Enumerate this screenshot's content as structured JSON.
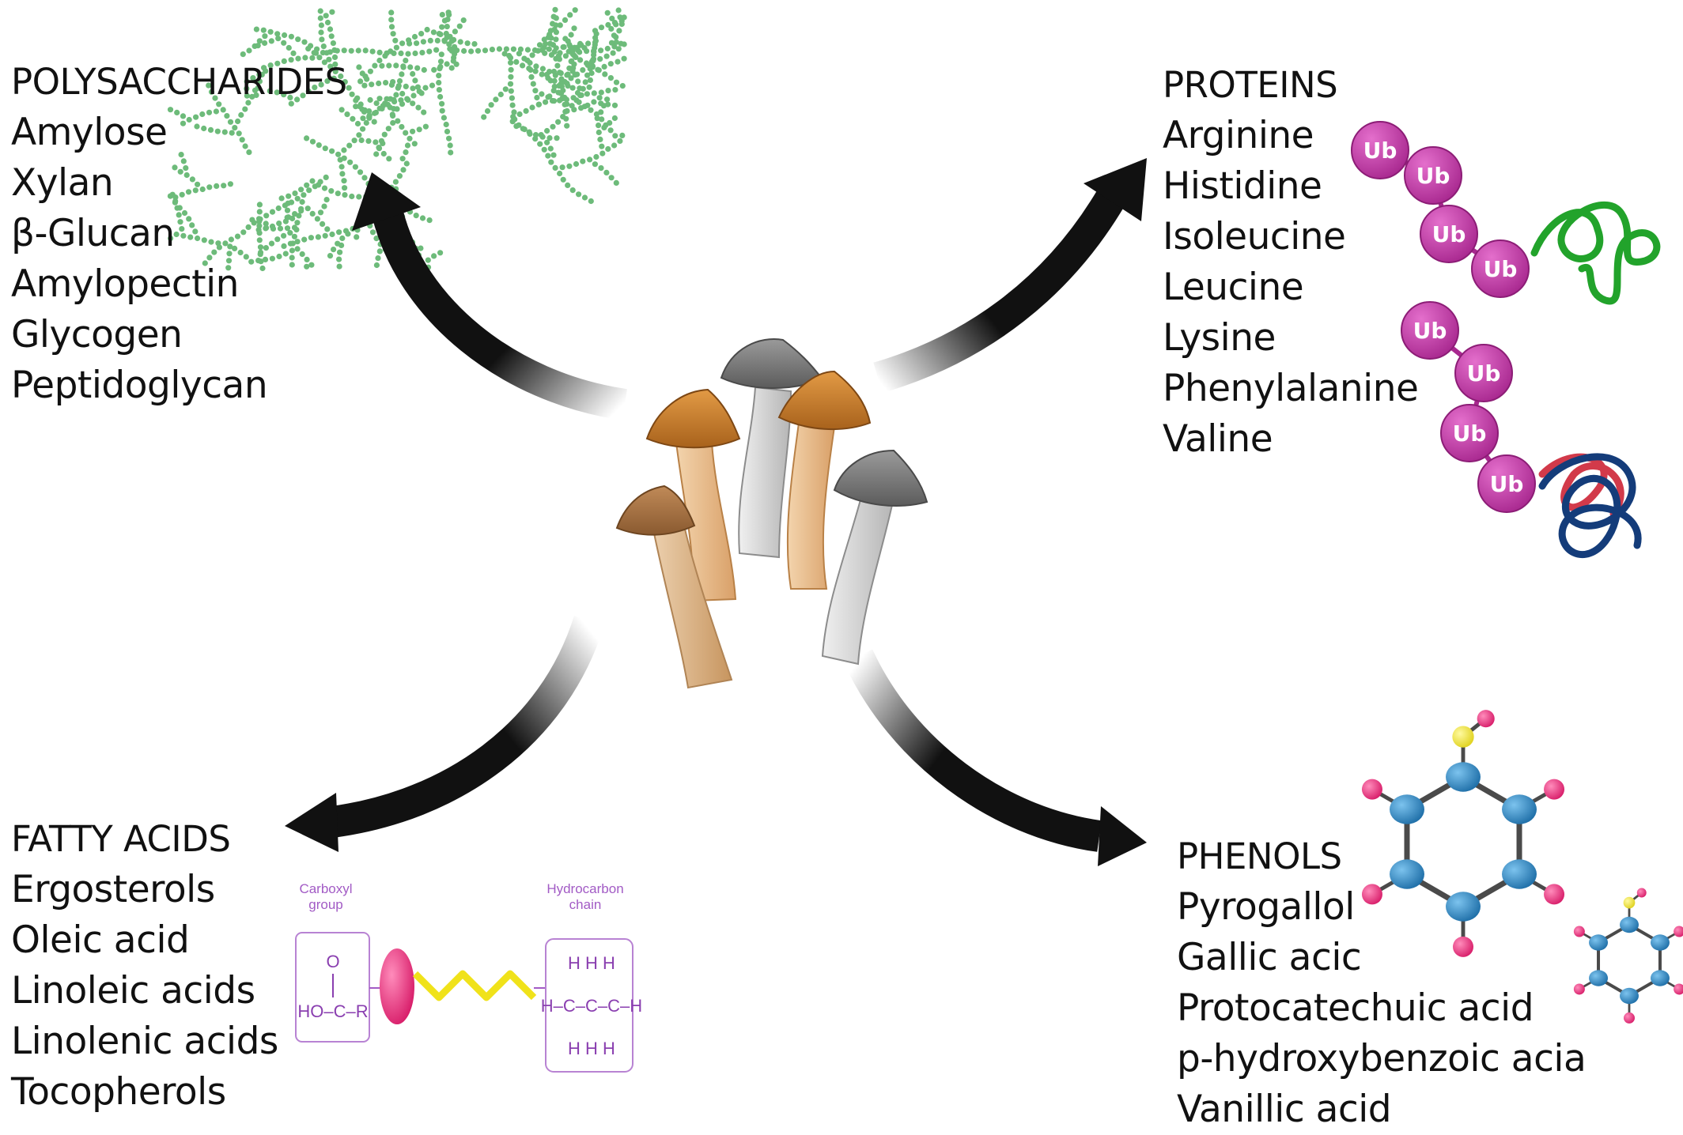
{
  "polysaccharides": {
    "heading": "POLYSACCHARIDES",
    "items": [
      "Amylose",
      "Xylan",
      "β-Glucan",
      "Amylopectin",
      "Glycogen",
      "Peptidoglycan"
    ]
  },
  "proteins": {
    "heading": "PROTEINS",
    "items": [
      "Arginine",
      "Histidine",
      "Isoleucine",
      "Leucine",
      "Lysine",
      "Phenylalanine",
      "Valine"
    ],
    "ubiquitin_label": "Ub"
  },
  "fatty_acids": {
    "heading": "FATTY ACIDS",
    "items": [
      "Ergosterols",
      "Oleic acid",
      "Linoleic acids",
      "Linolenic acids",
      "Tocopherols"
    ],
    "carboxyl_label_1": "Carboxyl",
    "carboxyl_label_2": "group",
    "hydrocarbon_label_1": "Hydrocarbon",
    "hydrocarbon_label_2": "chain",
    "carboxyl_formula": "HO–C–R",
    "carboxyl_oxygen": "O",
    "hydrocarbon_formula": "H–C–C–C–H",
    "hydrocarbon_h_row": "H H H"
  },
  "phenols": {
    "heading": "PHENOLS",
    "items": [
      "Pyrogallol",
      "Gallic acic",
      "Protocatechuic acid",
      "p-hydroxybenzoic acia",
      "Vanillic acid"
    ]
  },
  "colors": {
    "arrow": "#111111",
    "polysaccharide_dots": "#6dbb7a",
    "ubiquitin": "#c13aa6",
    "green_coil": "#22a32b",
    "navy_coil": "#143c7a",
    "red_coil": "#d23a4a",
    "atom_blue": "#2e86c1",
    "atom_pink": "#e8327c",
    "atom_yellow": "#f2e642",
    "mushroom_orange": "#c47a2a",
    "mushroom_gray": "#7f7f7f",
    "mushroom_tan": "#a57342"
  }
}
